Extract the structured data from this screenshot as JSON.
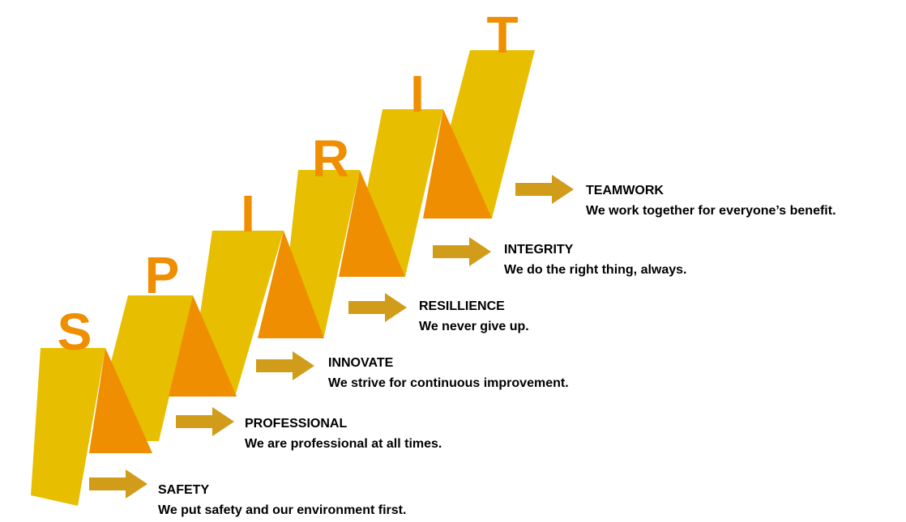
{
  "colors": {
    "panel": "#E8BE00",
    "shadow": "#EE8E00",
    "letter": "#EE8E00",
    "arrow": "#D09C1A",
    "text": "#000000"
  },
  "steps": [
    {
      "letter": "S",
      "name": "SAFETY",
      "description": "We put safety and our environment first."
    },
    {
      "letter": "P",
      "name": "PROFESSIONAL",
      "description": "We are professional at all times."
    },
    {
      "letter": "I",
      "name": "INNOVATE",
      "description": "We strive for continuous improvement."
    },
    {
      "letter": "R",
      "name": "RESILLIENCE",
      "description": "We never give up."
    },
    {
      "letter": "I",
      "name": "INTEGRITY",
      "description": "We do the right thing, always."
    },
    {
      "letter": "T",
      "name": "TEAMWORK",
      "description": "We work together for everyone’s benefit."
    }
  ]
}
